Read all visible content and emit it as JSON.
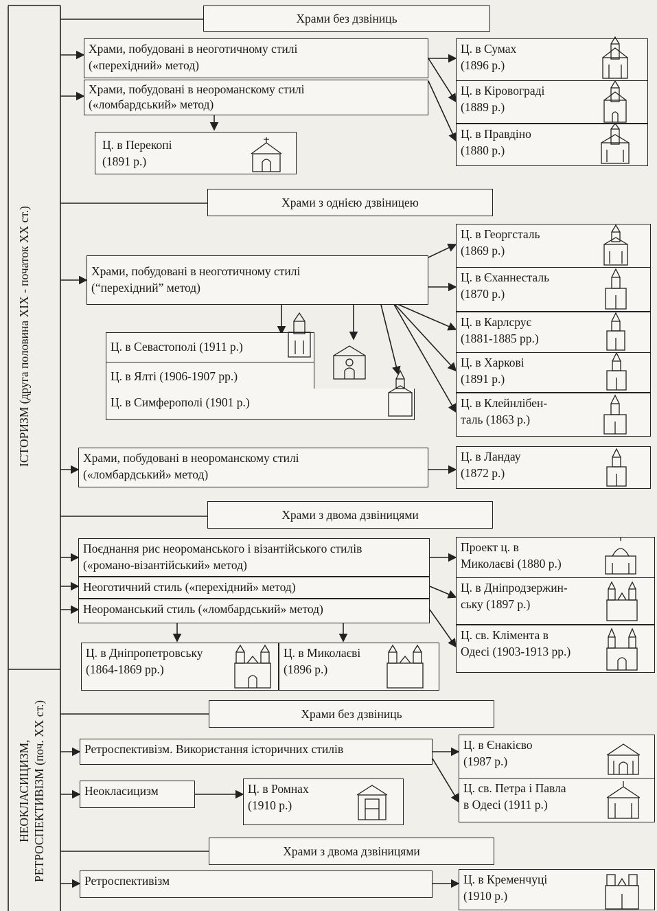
{
  "side_labels": {
    "historicism": "ІСТОРИЗМ  (друга половина XIX - початок XX ст.)",
    "neoclassicism": "НЕОКЛАСИЦИЗМ,\nРЕТРОСПЕКТИВІЗМ (поч. XX ст.)"
  },
  "headers": {
    "no_bell_1": "Храми без дзвіниць",
    "one_bell": "Храми з однією дзвіницею",
    "two_bell_1": "Храми з двома дзвіницями",
    "no_bell_2": "Храми без дзвіниць",
    "two_bell_2": "Храми з двома дзвіницями"
  },
  "styles": {
    "s1": "Храми, побудовані в неоготичному стилі\n(«перехідний» метод)",
    "s2": "Храми, побудовані в неороманскому стилі\n(«ломбардський» метод)",
    "s3": "Храми, побудовані в неоготичному стилі\n(“перехідний” метод)",
    "s4": "Храми, побудовані в неороманскому стилі\n(«ломбардський» метод)",
    "s5": "Поєднання рис неороманського і візантійського стилів\n(«романо-візантійський» метод)",
    "s6": "Неоготичний стиль («перехідний» метод)",
    "s7": "Неороманський стиль («ломбардський» метод)",
    "s8": "Ретроспективізм. Використання історичних стилів",
    "s9": "Неокласицизм",
    "s10": "Ретроспективізм"
  },
  "churches": {
    "perekop": "Ц. в Перекопі\n(1891 р.)",
    "sevastopol": "Ц. в Севастополі (1911 р.)",
    "yalta": "Ц. в Ялті (1906-1907 рр.)",
    "simferopol": "Ц. в Симферополі (1901 р.)",
    "dnipropetrovsk": "Ц. в Дніпропетровську\n(1864-1869 рр.)",
    "mykolaiv": "Ц. в Миколаєві\n(1896 р.)",
    "romny": "Ц. в Ромнах\n(1910 р.)",
    "sumy": "Ц. в Сумах\n(1896 р.)",
    "kirovohrad": "Ц. в Кіровограді\n(1889 р.)",
    "pravdino": "Ц. в Правдіно\n(1880 р.)",
    "heorhstal": "Ц. в Георгсталь\n(1869 р.)",
    "yehannestal": "Ц. в Єханнесталь\n(1870 р.)",
    "karlsruhe": "Ц. в Карлсрує\n(1881-1885 рр.)",
    "kharkiv": "Ц. в Харкові\n(1891 р.)",
    "kleinliebental": "Ц. в Клейнлібен-\nталь (1863 р.)",
    "landau": "Ц. в Ландау\n(1872 р.)",
    "mykolaiv_project": "Проект ц. в\nМиколаєві (1880 р.)",
    "dniprodzerzhynsk": "Ц. в Дніпродзержин-\nську (1897 р.)",
    "odesa_climent": "Ц. св. Клімента  в\nОдесі (1903-1913 рр.)",
    "yenakiieve": "Ц. в Єнакієво\n(1987 р.)",
    "odesa_peter_paul": "Ц. св. Петра і Павла\nв Одесі (1911 р.)",
    "kremenchuk": "Ц. в Кременчуці\n(1910 р.)"
  }
}
